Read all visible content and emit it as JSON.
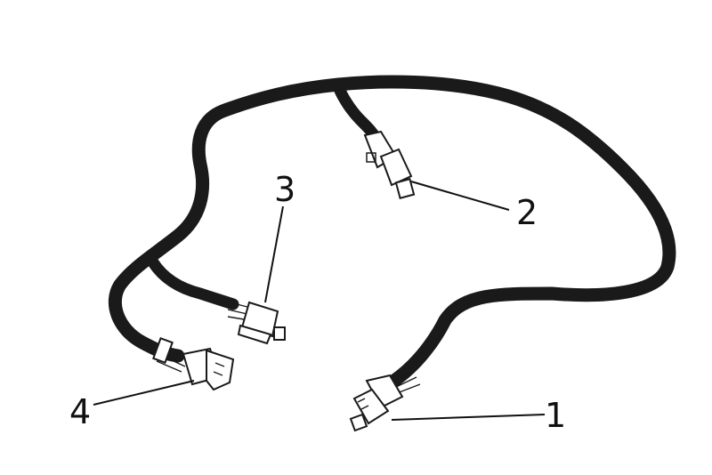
{
  "diagram": {
    "callouts": [
      {
        "id": "connector-1",
        "label": "1"
      },
      {
        "id": "connector-2",
        "label": "2"
      },
      {
        "id": "connector-3",
        "label": "3"
      },
      {
        "id": "connector-4",
        "label": "4"
      }
    ]
  }
}
